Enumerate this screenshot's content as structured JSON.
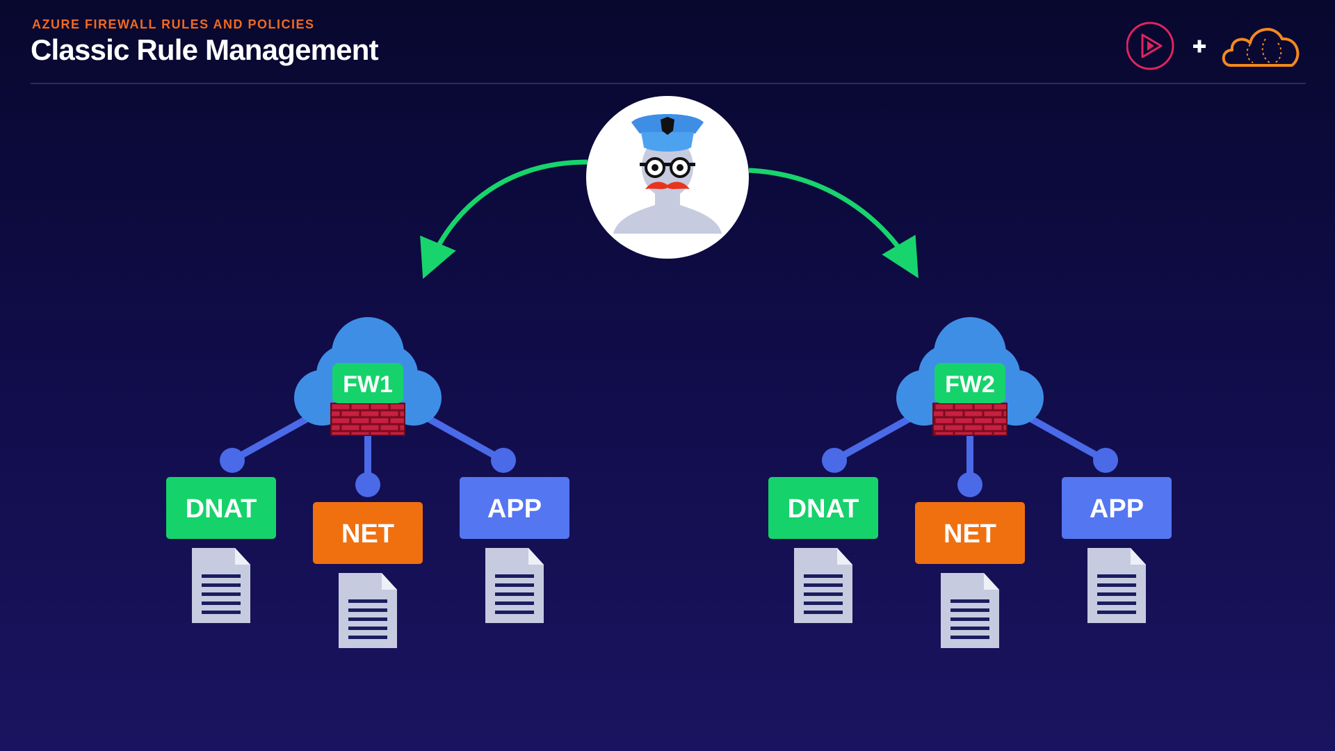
{
  "header": {
    "eyebrow": "AZURE FIREWALL RULES AND POLICIES",
    "title": "Classic Rule Management"
  },
  "branding": {
    "icons": [
      "play-logo-icon",
      "plus-icon",
      "cloud-logo-icon"
    ],
    "colors": {
      "play": "#e0245e",
      "cloud": "#f4891f"
    }
  },
  "admin": {
    "icon": "police-officer-avatar-icon"
  },
  "firewalls": [
    {
      "label": "FW1",
      "collections": [
        {
          "label": "DNAT",
          "color": "#16d26b"
        },
        {
          "label": "NET",
          "color": "#f07010"
        },
        {
          "label": "APP",
          "color": "#5476f0"
        }
      ]
    },
    {
      "label": "FW2",
      "collections": [
        {
          "label": "DNAT",
          "color": "#16d26b"
        },
        {
          "label": "NET",
          "color": "#f07010"
        },
        {
          "label": "APP",
          "color": "#5476f0"
        }
      ]
    }
  ],
  "colors": {
    "arrow": "#17d46c",
    "connector": "#4a6ae8",
    "cloud": "#3f8ee6",
    "brick": "#c41a3a",
    "document": "#c6cbe0"
  }
}
